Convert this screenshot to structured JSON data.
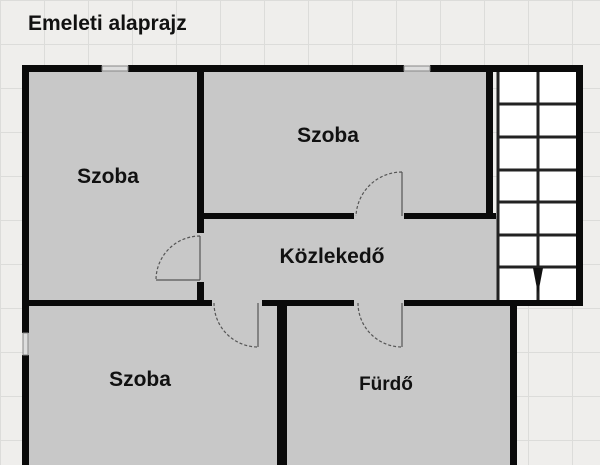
{
  "title": "Emeleti alaprajz",
  "rooms": {
    "left_top": "Szoba",
    "middle_top": "Szoba",
    "corridor": "Közlekedő",
    "left_bottom": "Szoba",
    "bathroom": "Fürdő"
  },
  "colors": {
    "floor": "#c8c8c8",
    "wall": "#0a0a0a",
    "background": "#efeeec"
  }
}
